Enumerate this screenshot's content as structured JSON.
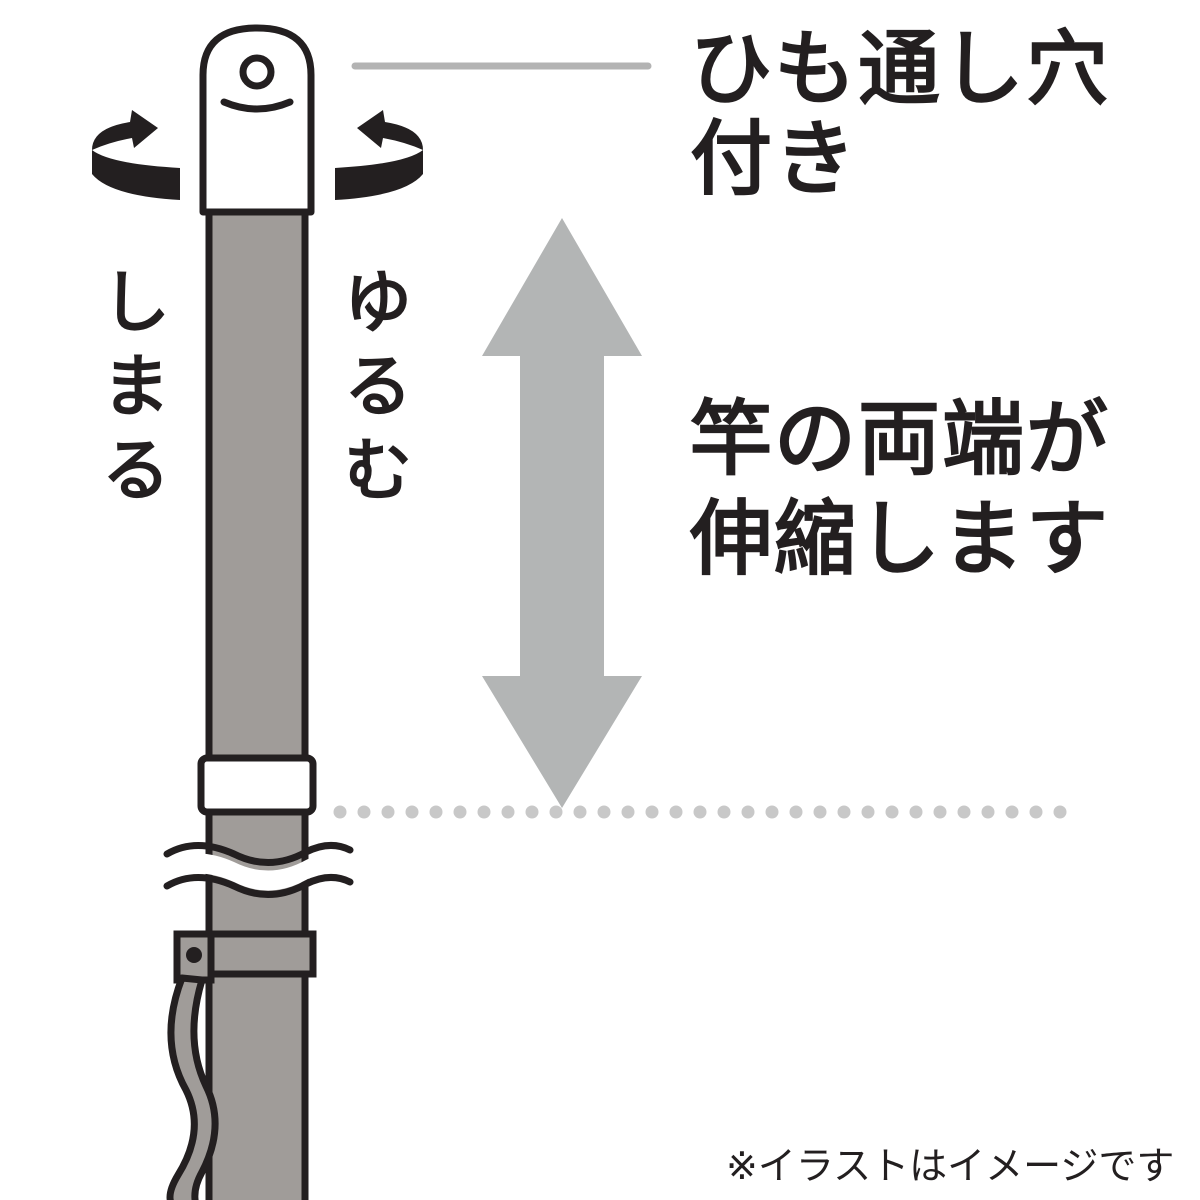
{
  "labels": {
    "hole_line1": "ひも通し穴",
    "hole_line2": "付き",
    "tighten": "しまる",
    "loosen": "ゆるむ",
    "extend_line1": "竿の両端が",
    "extend_line2": "伸縮します",
    "note": "※イラストはイメージです"
  },
  "colors": {
    "ink": "#231f20",
    "pole": "#a09c99",
    "arrow": "#b3b5b5",
    "dots": "#c8c8c8",
    "leader": "#b3b3b3"
  }
}
